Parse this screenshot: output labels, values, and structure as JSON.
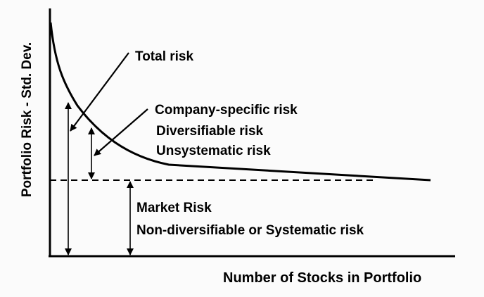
{
  "diagram": {
    "ylabel": "Portfolio Risk - Std. Dev.",
    "xlabel": "Number of Stocks in Portfolio",
    "labels": {
      "total_risk": "Total risk",
      "company_specific": "Company-specific risk",
      "diversifiable": "Diversifiable risk",
      "unsystematic": "Unsystematic risk",
      "market_risk": "Market Risk",
      "non_diversifiable": "Non-diversifiable or Systematic risk"
    },
    "colors": {
      "ink": "#000000",
      "background": "#fbfbfb"
    }
  }
}
